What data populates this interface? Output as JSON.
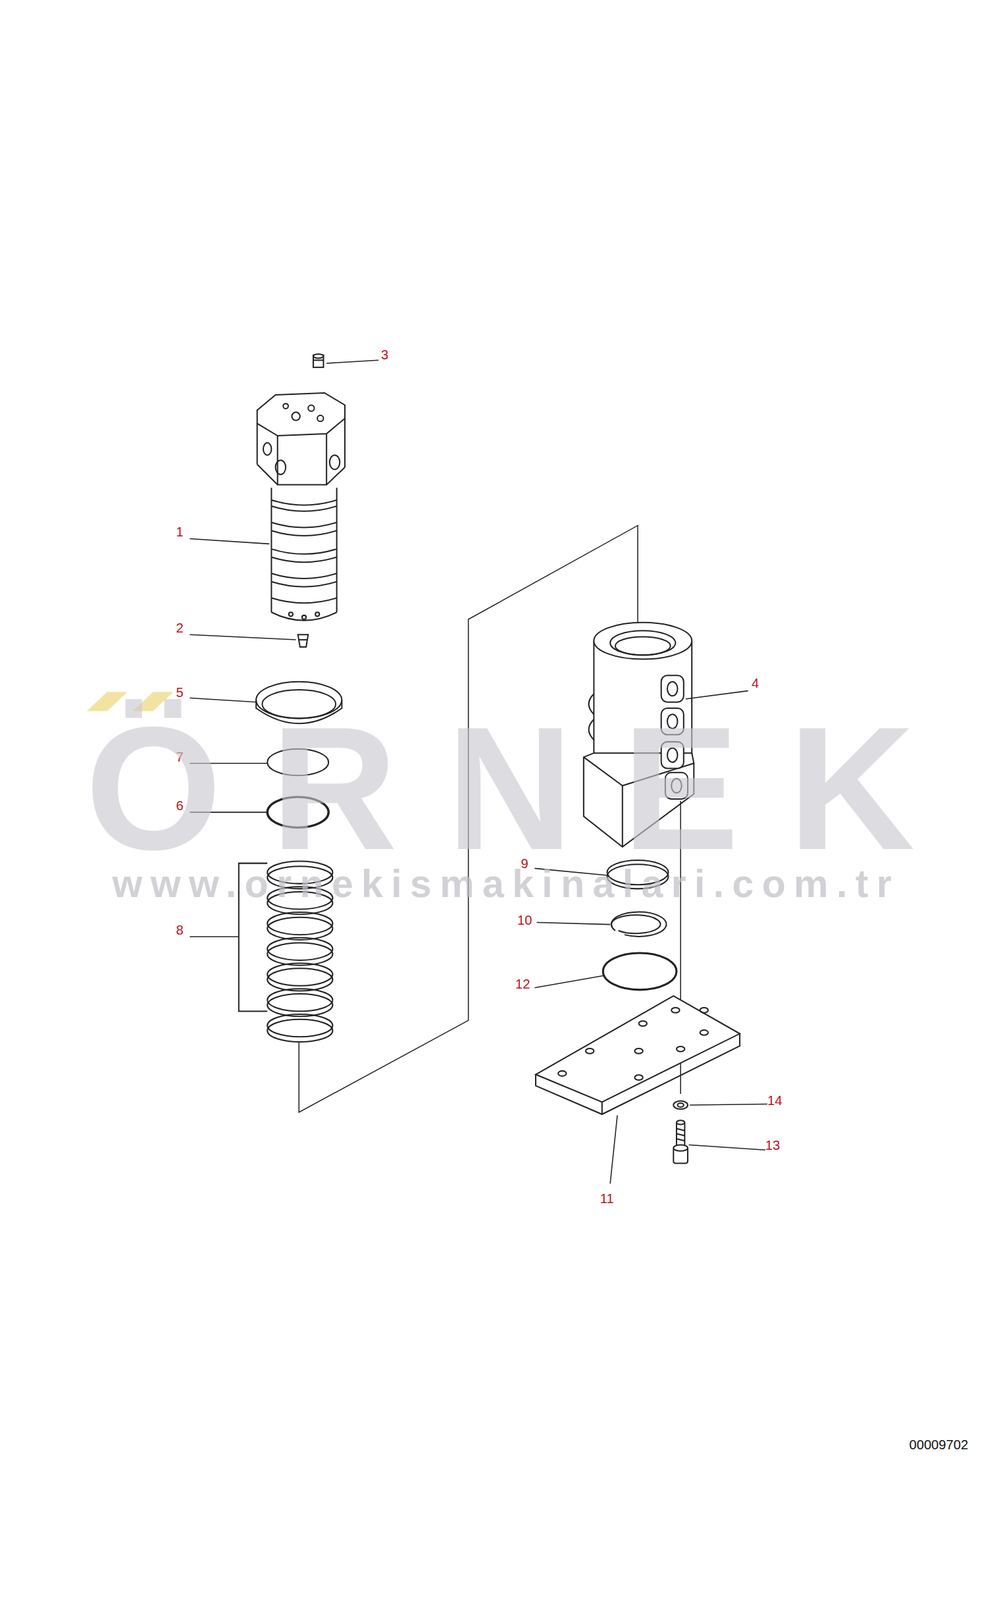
{
  "diagram": {
    "labels": [
      "3",
      "1",
      "2",
      "5",
      "7",
      "6",
      "8",
      "4",
      "9",
      "10",
      "12",
      "14",
      "13",
      "11",
      "ÖRNEK",
      "www.ornekismakinalari.com.tr",
      "00009702"
    ]
  }
}
